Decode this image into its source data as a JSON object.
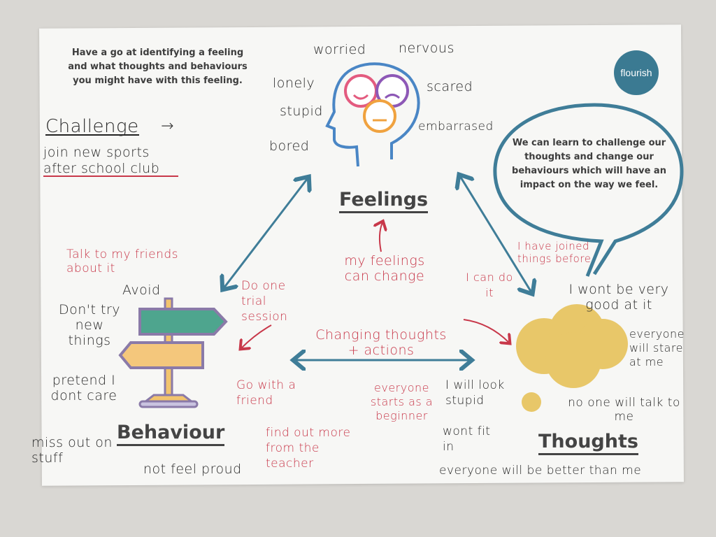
{
  "intro": "Have a go at identifying a feeling and what thoughts and behaviours you might have with this feeling.",
  "logo": "flourish",
  "challenge": {
    "label": "Challenge",
    "arrow": "→",
    "text_line1": "join new sports",
    "text_line2": "after school club"
  },
  "speech_bubble": "We can learn to challenge our thoughts and change our behaviours which will have an impact on the way we feel.",
  "headings": {
    "feelings": "Feelings",
    "behaviour": "Behaviour",
    "thoughts": "Thoughts"
  },
  "feelings_words": [
    "worried",
    "nervous",
    "lonely",
    "scared",
    "stupid",
    "embarrased",
    "bored"
  ],
  "center": {
    "changing_line1": "Changing thoughts",
    "changing_line2": "+ actions",
    "feelings_change": "my feelings can change"
  },
  "behaviour_notes": {
    "black": [
      "Avoid",
      "Don't try new things",
      "pretend I dont care",
      "miss out on stuff",
      "not feel proud"
    ],
    "red": [
      "Talk to my friends about it",
      "Do one trial session",
      "Go with a friend",
      "find out more from the teacher"
    ]
  },
  "thought_notes": {
    "black": [
      "I wont be very good at it",
      "everyone will stare at me",
      "no one will talk to me",
      "I will look stupid",
      "wont fit in",
      "everyone will be better than me"
    ],
    "red": [
      "I have joined things before",
      "I can do it",
      "everyone starts as a beginner"
    ]
  },
  "colors": {
    "arrow_blue": "#3f7d98",
    "red_pen": "#c8384a",
    "cloud": "#e8c769",
    "logo": "#3b7a92"
  }
}
